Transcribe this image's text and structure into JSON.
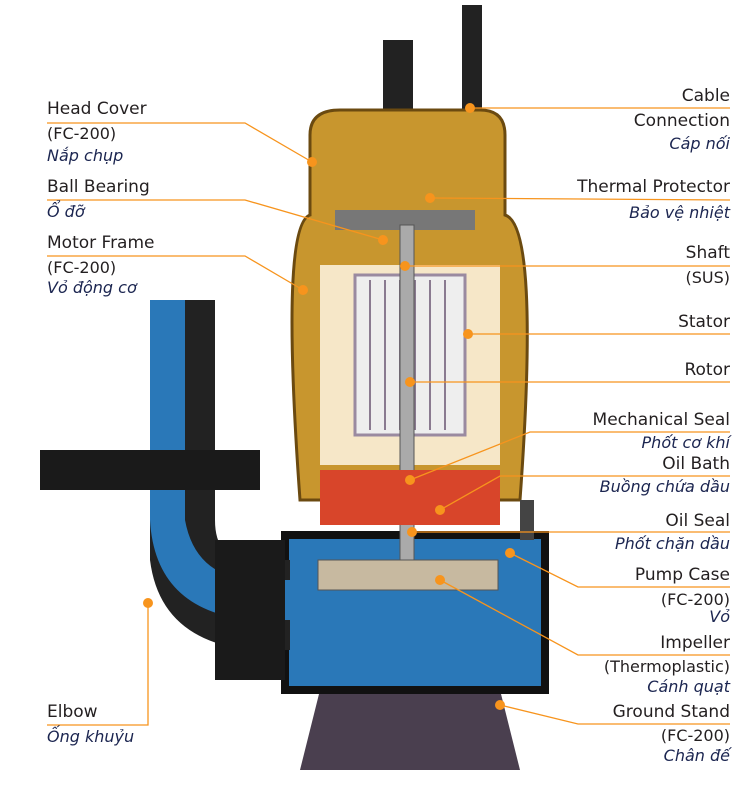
{
  "title": "Submersible pump cross-section",
  "colors": {
    "leader": "#f7941d",
    "text": "#231f20",
    "vietnamese": "#1b2550",
    "body": "#c8962e",
    "pump_blue": "#2a78b8",
    "oil": "#d8452a"
  },
  "labels": {
    "head_cover": {
      "en": "Head Cover",
      "material": "(FC-200)",
      "vn": "Nắp chụp"
    },
    "ball_bearing": {
      "en": "Ball Bearing",
      "vn": "Ổ đỡ"
    },
    "motor_frame": {
      "en": "Motor Frame",
      "material": "(FC-200)",
      "vn": "Vỏ động cơ"
    },
    "elbow": {
      "en": "Elbow",
      "vn": "Ống khuỷu"
    },
    "cable_connection": {
      "en1": "Cable",
      "en2": "Connection",
      "vn": "Cáp nối"
    },
    "thermal_protector": {
      "en": "Thermal Protector",
      "vn": "Bảo vệ nhiệt"
    },
    "shaft": {
      "en": "Shaft",
      "material": "(SUS)"
    },
    "stator": {
      "en": "Stator"
    },
    "rotor": {
      "en": "Rotor"
    },
    "mechanical_seal": {
      "en": "Mechanical Seal",
      "vn": "Phốt cơ khí"
    },
    "oil_bath": {
      "en": "Oil Bath",
      "vn": "Buồng chứa dầu"
    },
    "oil_seal": {
      "en": "Oil Seal",
      "vn": "Phốt chặn dầu"
    },
    "pump_case": {
      "en": "Pump Case",
      "material": "(FC-200)",
      "vn": "Vỏ"
    },
    "impeller": {
      "en": "Impeller",
      "material": "(Thermoplastic)",
      "vn": "Cánh quạt"
    },
    "ground_stand": {
      "en": "Ground Stand",
      "material": "(FC-200)",
      "vn": "Chân đế"
    }
  }
}
